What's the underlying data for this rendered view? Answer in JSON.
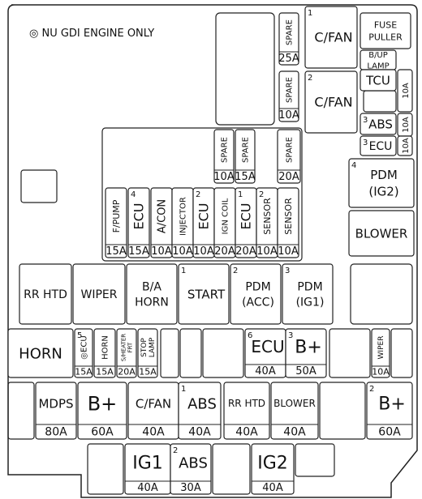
{
  "note": "◎ NU GDI ENGINE ONLY",
  "colors": {
    "line": "#222222",
    "background": "#ffffff",
    "text": "#111111"
  },
  "cells": [
    {
      "id": "spare-25a",
      "labels": [
        "SPARE"
      ],
      "rating": "25A"
    },
    {
      "id": "cfan-1",
      "labels": [
        "C/FAN"
      ],
      "num": "1"
    },
    {
      "id": "fuse-puller",
      "labels": [
        "FUSE",
        "PULLER"
      ]
    },
    {
      "id": "bup-lamp",
      "labels": [
        "B/UP",
        "LAMP"
      ]
    },
    {
      "id": "tcu",
      "labels": [
        "TCU"
      ]
    },
    {
      "id": "rating-tcu",
      "rating": "10A"
    },
    {
      "id": "spare-10a-top",
      "labels": [
        "SPARE"
      ],
      "rating": "10A"
    },
    {
      "id": "cfan-2",
      "labels": [
        "C/FAN"
      ],
      "num": "2"
    },
    {
      "id": "abs-3",
      "labels": [
        "ABS"
      ],
      "num": "3"
    },
    {
      "id": "rating-abs3",
      "rating": "10A"
    },
    {
      "id": "ecu-3",
      "labels": [
        "ECU"
      ],
      "num": "3"
    },
    {
      "id": "rating-ecu3",
      "rating": "10A"
    },
    {
      "id": "spare-r1",
      "labels": [
        "SPARE"
      ],
      "rating": "10A"
    },
    {
      "id": "spare-r2",
      "labels": [
        "SPARE"
      ],
      "rating": "15A"
    },
    {
      "id": "spare-r3",
      "labels": [
        "SPARE"
      ],
      "rating": "20A"
    },
    {
      "id": "pdm-ig2-4",
      "labels": [
        "PDM",
        "(IG2)"
      ],
      "num": "4"
    },
    {
      "id": "blower-right",
      "labels": [
        "BLOWER"
      ]
    },
    {
      "id": "fpump",
      "labels": [
        "F/PUMP"
      ],
      "rating": "15A"
    },
    {
      "id": "ecu-4",
      "labels": [
        "ECU"
      ],
      "num": "4",
      "rating": "15A"
    },
    {
      "id": "acon",
      "labels": [
        "A/CON"
      ],
      "rating": "10A"
    },
    {
      "id": "injector",
      "labels": [
        "INJECTOR"
      ],
      "rating": "10A"
    },
    {
      "id": "ecu-2",
      "labels": [
        "ECU"
      ],
      "num": "2",
      "rating": "10A"
    },
    {
      "id": "ign-coil",
      "labels": [
        "IGN COIL"
      ],
      "rating": "20A"
    },
    {
      "id": "ecu-1",
      "labels": [
        "ECU"
      ],
      "num": "1",
      "rating": "20A"
    },
    {
      "id": "sensor-2",
      "labels": [
        "SENSOR"
      ],
      "num": "2",
      "rating": "10A"
    },
    {
      "id": "sensor",
      "labels": [
        "SENSOR"
      ],
      "rating": "10A"
    },
    {
      "id": "rr-htd-relay",
      "labels": [
        "RR HTD"
      ]
    },
    {
      "id": "wiper-relay",
      "labels": [
        "WIPER"
      ]
    },
    {
      "id": "ba-horn",
      "labels": [
        "B/A",
        "HORN"
      ]
    },
    {
      "id": "start-1",
      "labels": [
        "START"
      ],
      "num": "1"
    },
    {
      "id": "pdm-acc-2",
      "labels": [
        "PDM",
        "(ACC)"
      ],
      "num": "2"
    },
    {
      "id": "pdm-ig1-3",
      "labels": [
        "PDM",
        "(IG1)"
      ],
      "num": "3"
    },
    {
      "id": "horn-relay",
      "labels": [
        "HORN"
      ]
    },
    {
      "id": "ecu-5",
      "labels": [
        "◎ECU"
      ],
      "num": "5",
      "rating": "15A"
    },
    {
      "id": "horn-fuse",
      "labels": [
        "HORN"
      ],
      "rating": "15A"
    },
    {
      "id": "s-heater",
      "labels": [
        "S/HEATER",
        "FRT"
      ],
      "rating": "20A"
    },
    {
      "id": "stop-lamp",
      "labels": [
        "STOP",
        "LAMP"
      ],
      "rating": "15A"
    },
    {
      "id": "ecu-6",
      "labels": [
        "ECU"
      ],
      "num": "6",
      "rating": "40A"
    },
    {
      "id": "bplus-3",
      "labels": [
        "B+"
      ],
      "num": "3",
      "rating": "50A"
    },
    {
      "id": "wiper-fuse",
      "labels": [
        "WIPER"
      ],
      "rating": "10A"
    },
    {
      "id": "mdps",
      "labels": [
        "MDPS"
      ],
      "rating": "80A"
    },
    {
      "id": "bplus-60",
      "labels": [
        "B+"
      ],
      "rating": "60A"
    },
    {
      "id": "cfan-40",
      "labels": [
        "C/FAN"
      ],
      "rating": "40A"
    },
    {
      "id": "abs-1",
      "labels": [
        "ABS"
      ],
      "num": "1",
      "rating": "40A"
    },
    {
      "id": "rr-htd-fuse",
      "labels": [
        "RR HTD"
      ],
      "rating": "40A"
    },
    {
      "id": "blower-fuse",
      "labels": [
        "BLOWER"
      ],
      "rating": "40A"
    },
    {
      "id": "bplus-2",
      "labels": [
        "B+"
      ],
      "num": "2",
      "rating": "60A"
    },
    {
      "id": "ig1",
      "labels": [
        "IG1"
      ],
      "rating": "40A"
    },
    {
      "id": "abs-2",
      "labels": [
        "ABS"
      ],
      "num": "2",
      "rating": "30A"
    },
    {
      "id": "ig2",
      "labels": [
        "IG2"
      ],
      "rating": "40A"
    }
  ]
}
